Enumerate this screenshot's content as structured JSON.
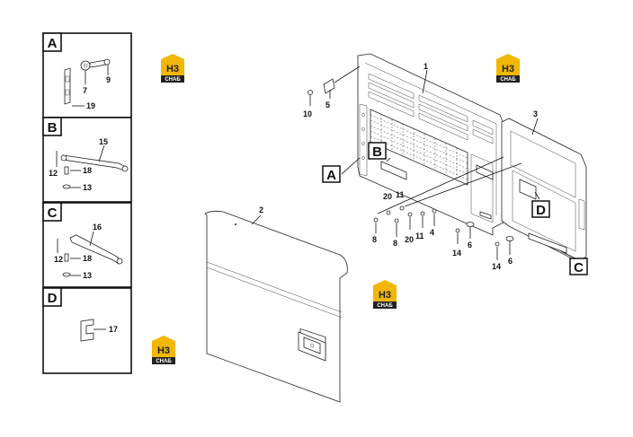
{
  "detail_panels": [
    {
      "letter": "A",
      "parts": [
        "7",
        "9",
        "19"
      ]
    },
    {
      "letter": "B",
      "parts": [
        "15",
        "12",
        "18",
        "13"
      ]
    },
    {
      "letter": "C",
      "parts": [
        "16",
        "12",
        "18",
        "13"
      ]
    },
    {
      "letter": "D",
      "parts": [
        "17"
      ]
    }
  ],
  "callout_letters": {
    "a": "A",
    "b": "B",
    "c": "C",
    "d": "D"
  },
  "part_labels": {
    "p1": "1",
    "p2": "2",
    "p3": "3",
    "p4": "4",
    "p5": "5",
    "p6a": "6",
    "p6b": "6",
    "p8a": "8",
    "p8b": "8",
    "p10": "10",
    "p11a": "11",
    "p11b": "11",
    "p14a": "14",
    "p14b": "14",
    "p20a": "20",
    "p20b": "20"
  },
  "logo": {
    "mark": "H3",
    "text": "СНАБ",
    "color": "#f2b705"
  }
}
